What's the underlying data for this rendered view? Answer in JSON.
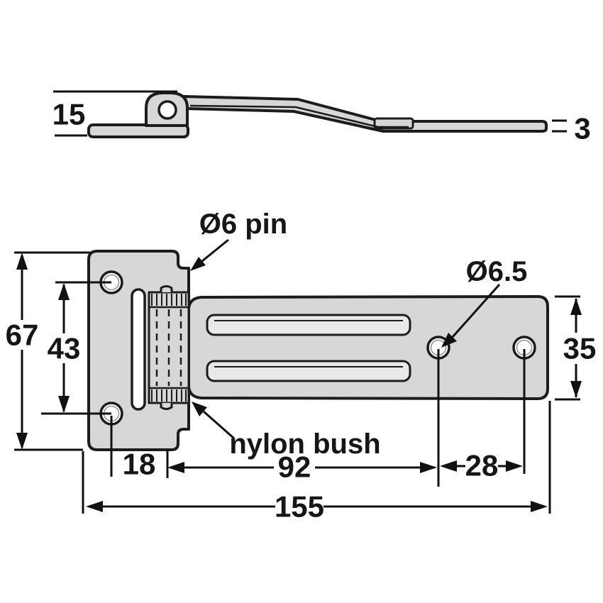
{
  "side_view": {
    "dim_knuckle_height": "15",
    "dim_strap_thickness": "3"
  },
  "plan_view": {
    "label_pin": "Ø6 pin",
    "label_hole_diameter": "Ø6.5",
    "label_bush": "nylon bush",
    "dim_plate_height": "67",
    "dim_plate_hole_spacing": "43",
    "dim_strap_width": "35",
    "dim_hole_to_pin": "18",
    "dim_pin_to_hole": "92",
    "dim_hole_to_hole": "28",
    "dim_overall_length": "155"
  },
  "colors": {
    "part_fill": "#d7d7d7",
    "slot_fill": "#e9e9e9",
    "outline": "#1c1c1c",
    "dimension": "#111111",
    "background": "#ffffff"
  }
}
